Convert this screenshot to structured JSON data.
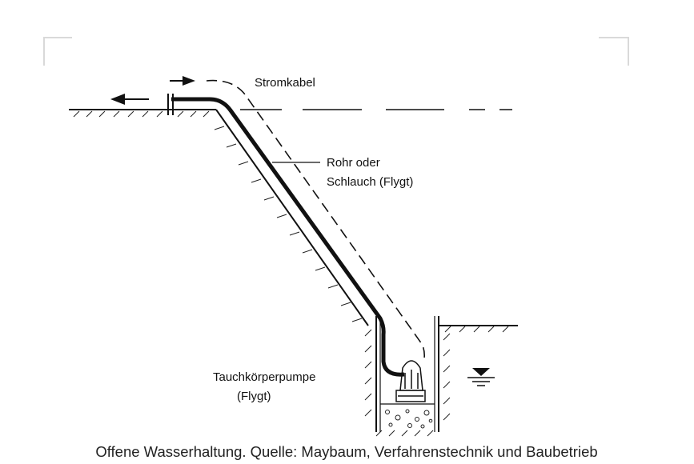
{
  "labels": {
    "cable": "Stromkabel",
    "pipe_line1": "Rohr oder",
    "pipe_line2": "Schlauch (Flygt)",
    "pump_line1": "Tauchkörperpumpe",
    "pump_line2": "(Flygt)"
  },
  "caption": "Offene Wasserhaltung. Quelle: Maybaum, Verfahrenstechnik und Baubetrieb",
  "colors": {
    "line": "#111111",
    "frame": "#d9d9d9",
    "caption": "#222222"
  }
}
